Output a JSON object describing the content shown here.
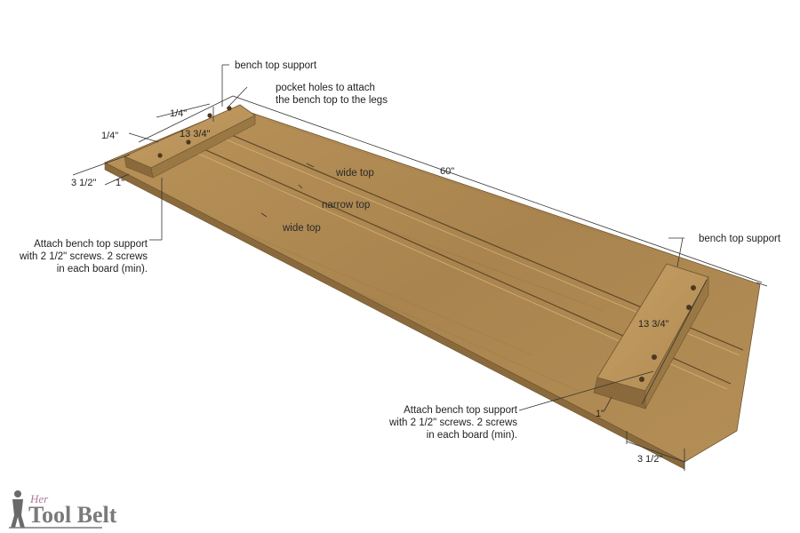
{
  "labels": {
    "bench_top_support_top": "bench top support",
    "bench_top_support_right": "bench top support",
    "pocket_holes_line1": "pocket holes to attach",
    "pocket_holes_line2": "the bench top to the legs",
    "wide_top_1": "wide top",
    "narrow_top": "narrow top",
    "wide_top_2": "wide top",
    "attach_left_line1": "Attach bench top support",
    "attach_left_line2": "with 2 1/2\" screws.  2 screws",
    "attach_left_line3": "in each board (min).",
    "attach_right_line1": "Attach bench top support",
    "attach_right_line2": "with 2 1/2\" screws.  2 screws",
    "attach_right_line3": "in each board (min)."
  },
  "dimensions": {
    "quarter_top": "1/4\"",
    "quarter_left": "1/4\"",
    "support_length_left": "13 3/4\"",
    "support_width_left": "3 1/2\"",
    "offset_left": "1\"",
    "total_length": "60\"",
    "support_length_right": "13 3/4\"",
    "offset_right": "1\"",
    "support_width_right": "3 1/2\""
  },
  "logo": {
    "her": "Her",
    "name": "Tool Belt"
  },
  "colors": {
    "wood": "#b08a52",
    "wood_dark": "#8a6a3c",
    "wood_light": "#c4a068",
    "support": "#c09a5e"
  }
}
